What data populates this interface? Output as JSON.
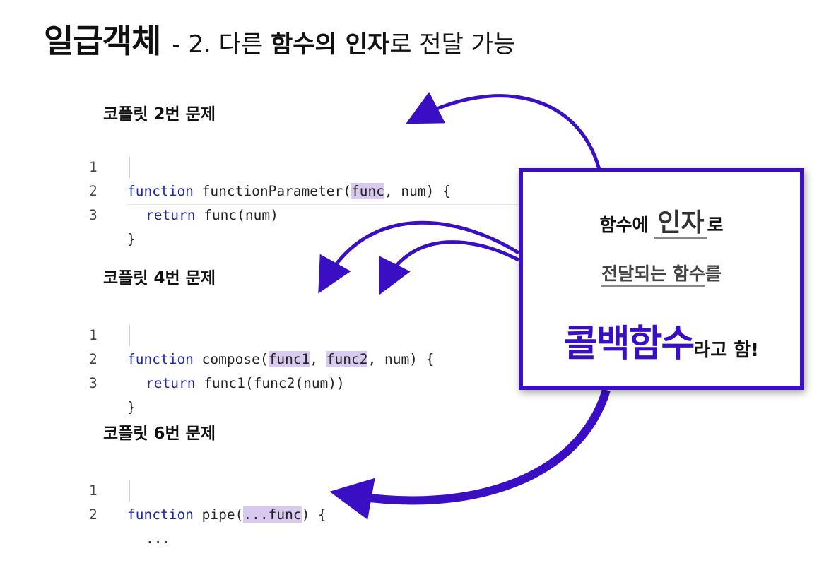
{
  "title": {
    "main": "일급객체",
    "sub_prefix": "- 2. 다른 ",
    "sub_bold": "함수의 인자",
    "sub_suffix": "로 전달 가능"
  },
  "sections": [
    {
      "heading": "코플릿 2번 문제",
      "lines": [
        {
          "n": "1",
          "kw": "function",
          "pre": " functionParameter(",
          "hl1": "func",
          "mid": ", num) {"
        },
        {
          "n": "2",
          "kw": "return",
          "rest": " func(num)"
        },
        {
          "n": "3",
          "rest": "}"
        }
      ]
    },
    {
      "heading": "코플릿 4번 문제",
      "lines": [
        {
          "n": "1",
          "kw": "function",
          "pre": " compose(",
          "hl1": "func1",
          "sep": ", ",
          "hl2": "func2",
          "mid": ", num) {"
        },
        {
          "n": "2",
          "kw": "return",
          "rest": " func1(func2(num))"
        },
        {
          "n": "3",
          "rest": "}"
        }
      ]
    },
    {
      "heading": "코플릿 6번 문제",
      "lines": [
        {
          "n": "1",
          "kw": "function",
          "pre": " pipe(",
          "hl1": "...func",
          "mid": ") {"
        },
        {
          "n": "2",
          "rest": "..."
        }
      ]
    }
  ],
  "callout": {
    "line1_a": "함수에 ",
    "line1_big": "인자",
    "line1_b": "로",
    "line2_ul": "전달되는 함수",
    "line2_b": "를",
    "line3_big": "콜백함수",
    "line3_b": "라고 함!"
  },
  "colors": {
    "accent": "#3a0fc4",
    "highlight": "#d8c9ee",
    "keyword": "#1f2aa8"
  }
}
